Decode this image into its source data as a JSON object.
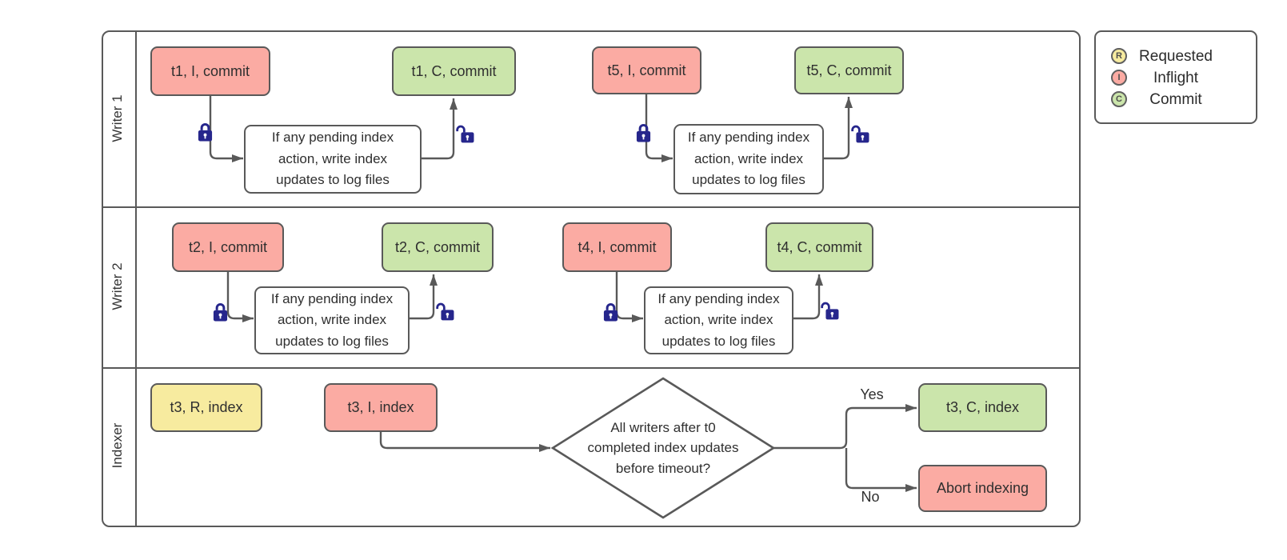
{
  "colors": {
    "inflight_fill": "#fbaba3",
    "commit_fill": "#cbe5ab",
    "requested_fill": "#f7eb9f",
    "node_border": "#595959",
    "line": "#595959",
    "lock": "#26268c",
    "text": "#333333"
  },
  "legend": {
    "items": [
      {
        "letter": "R",
        "label": "Requested"
      },
      {
        "letter": "I",
        "label": "Inflight"
      },
      {
        "letter": "C",
        "label": "Commit"
      }
    ]
  },
  "writer1": {
    "label": "Writer 1",
    "t1_inflight": "t1, I, commit",
    "t1_commit": "t1, C, commit",
    "t5_inflight": "t5, I, commit",
    "t5_commit": "t5, C, commit",
    "note_a": "If any pending index\naction, write index\nupdates to log files",
    "note_b": "If any pending index\naction, write index\nupdates to log files"
  },
  "writer2": {
    "label": "Writer 2",
    "t2_inflight": "t2, I, commit",
    "t2_commit": "t2, C, commit",
    "t4_inflight": "t4, I, commit",
    "t4_commit": "t4, C, commit",
    "note_a": "If any pending index\naction, write index\nupdates to log files",
    "note_b": "If any pending index\naction, write index\nupdates to log files"
  },
  "indexer": {
    "label": "Indexer",
    "t3_requested": "t3, R, index",
    "t3_inflight": "t3, I, index",
    "decision": "All writers after t0\ncompleted index updates\nbefore timeout?",
    "yes_label": "Yes",
    "no_label": "No",
    "t3_commit": "t3, C, index",
    "abort": "Abort indexing"
  }
}
